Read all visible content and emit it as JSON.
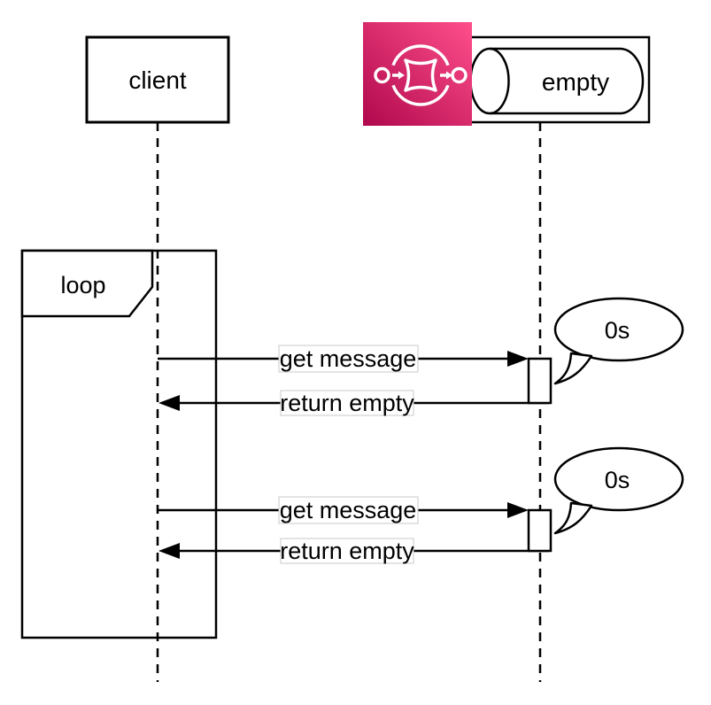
{
  "diagram_type": "sequence-diagram",
  "actors": {
    "client": {
      "label": "client"
    },
    "queue": {
      "label": "empty",
      "icon": "aws-sqs-icon"
    }
  },
  "fragment": {
    "label": "loop"
  },
  "messages": [
    {
      "label": "get message",
      "from": "client",
      "to": "queue"
    },
    {
      "label": "return empty",
      "from": "queue",
      "to": "client"
    },
    {
      "label": "get message",
      "from": "client",
      "to": "queue"
    },
    {
      "label": "return empty",
      "from": "queue",
      "to": "client"
    }
  ],
  "notes": [
    {
      "text": "0s"
    },
    {
      "text": "0s"
    }
  ],
  "colors": {
    "stroke": "#000000",
    "background": "#ffffff",
    "label_box_border": "#c8c8c8",
    "sqs_gradient_start": "#b0084d",
    "sqs_gradient_end": "#ff4f8b"
  }
}
